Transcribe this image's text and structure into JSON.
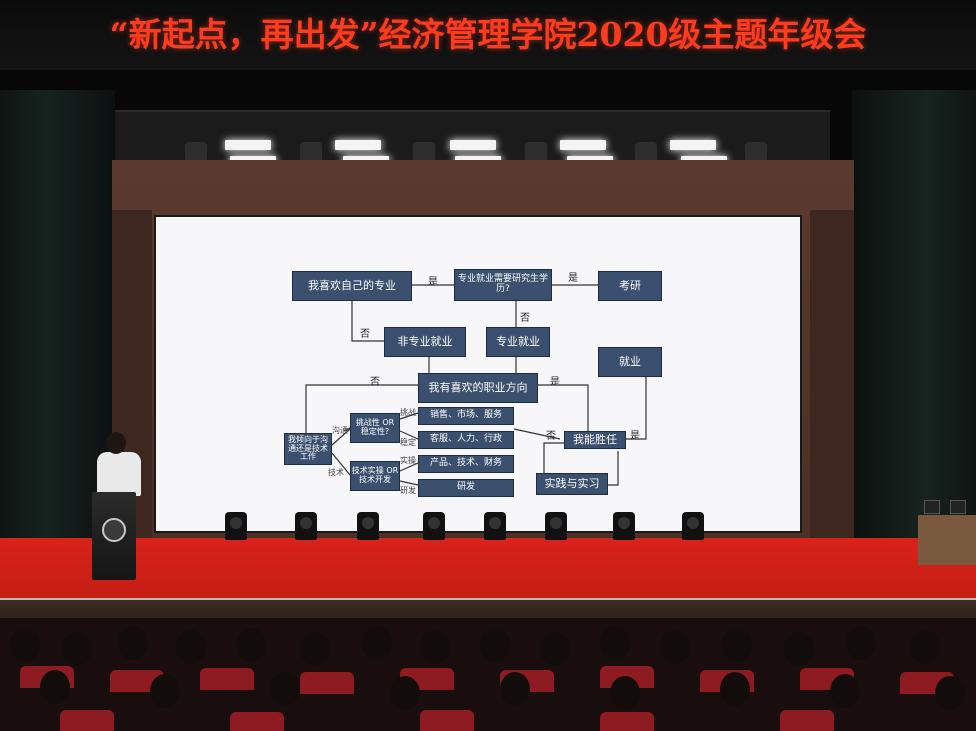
{
  "banner": {
    "title": "“新起点，再出发”经济管理学院2020级主题年级会"
  },
  "flowchart": {
    "like_major": "我喜欢自己的专业",
    "need_grad": "专业就业需要研究生学历?",
    "kaoyan": "考研",
    "non_major_job": "非专业就业",
    "major_job": "专业就业",
    "career_direction": "我有喜欢的职业方向",
    "employment": "就业",
    "inclination": "我倾向于沟通还是技术工作",
    "challenge_stable": "挑战性 OR 稳定性?",
    "tech_practice_dev": "技术实操 OR 技术开发",
    "sales_market_service": "销售、市场、服务",
    "support_hr_admin": "客服、人力、行政",
    "product_tech_finance": "产品、技术、财务",
    "rnd": "研发",
    "can_i_do_it": "我能胜任",
    "practice_intern": "实践与实习",
    "yes": "是",
    "no": "否",
    "communication": "沟通",
    "technology": "技术",
    "challenge": "挑战",
    "stable": "稳定",
    "practice": "实操",
    "development": "研发"
  }
}
